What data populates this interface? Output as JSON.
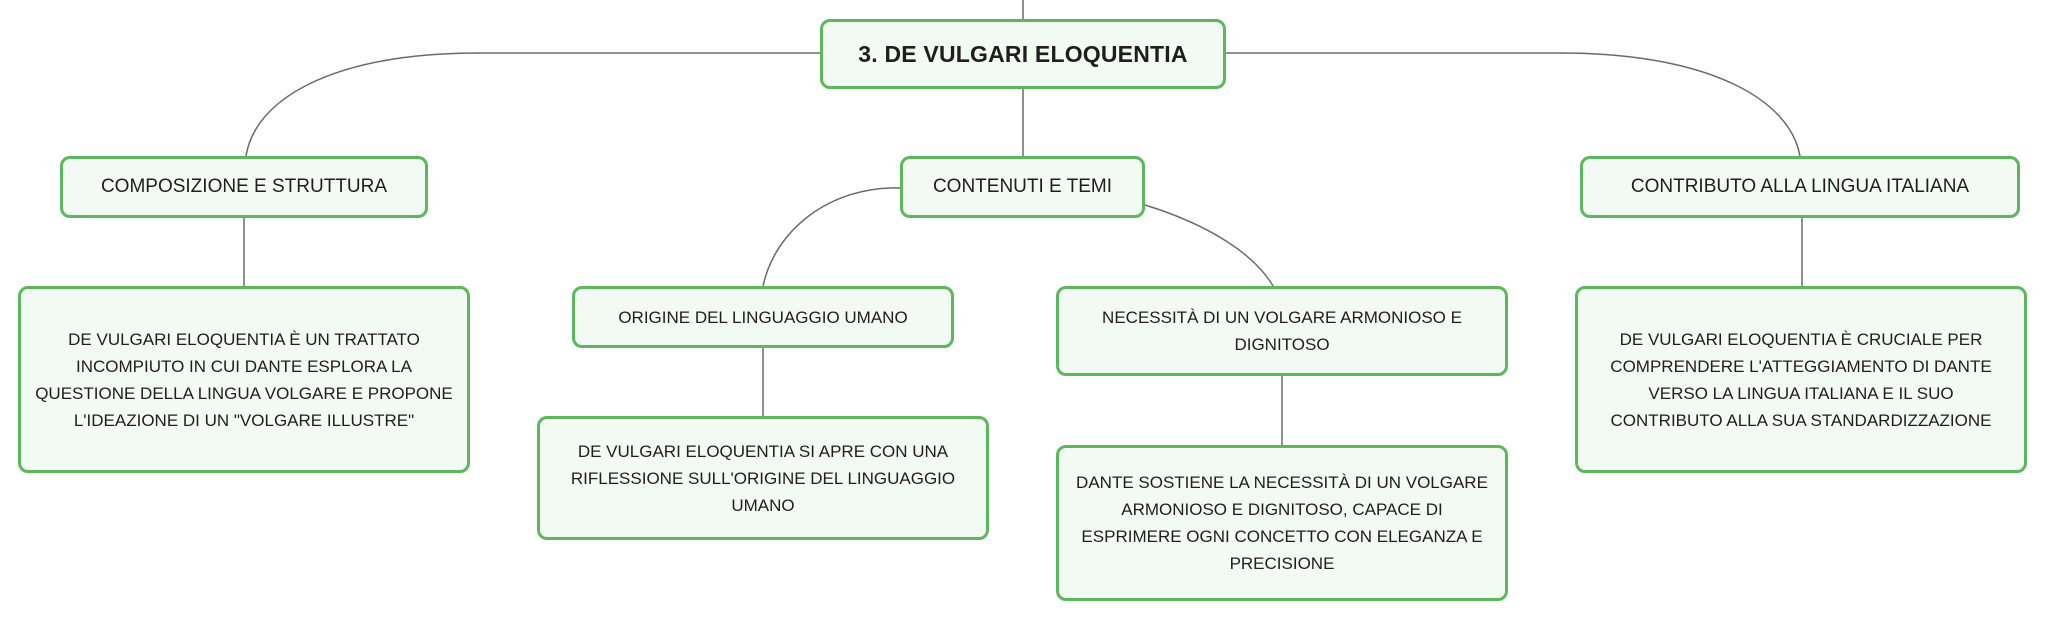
{
  "colors": {
    "node_border": "#5cb85c",
    "node_fill": "#f3faf3",
    "connector": "#6a6a6a",
    "text": "#1e1e1e"
  },
  "root": {
    "label": "3. DE VULGARI ELOQUENTIA"
  },
  "branches": {
    "composizione": {
      "label": "COMPOSIZIONE E STRUTTURA",
      "description": "DE VULGARI ELOQUENTIA È UN TRATTATO INCOMPIUTO IN CUI DANTE ESPLORA LA QUESTIONE DELLA LINGUA VOLGARE E PROPONE L'IDEAZIONE DI UN \"VOLGARE ILLUSTRE\""
    },
    "contenuti": {
      "label": "CONTENUTI E TEMI",
      "children": {
        "origine": {
          "label": "ORIGINE DEL LINGUAGGIO UMANO",
          "description": "DE VULGARI ELOQUENTIA SI APRE CON UNA RIFLESSIONE SULL'ORIGINE DEL LINGUAGGIO UMANO"
        },
        "necessita": {
          "label": "NECESSITÀ DI UN VOLGARE ARMONIOSO E DIGNITOSO",
          "description": "DANTE SOSTIENE LA NECESSITÀ DI UN VOLGARE ARMONIOSO E DIGNITOSO, CAPACE DI ESPRIMERE OGNI CONCETTO CON ELEGANZA E PRECISIONE"
        }
      }
    },
    "contributo": {
      "label": "CONTRIBUTO ALLA LINGUA ITALIANA",
      "description": "DE VULGARI ELOQUENTIA È CRUCIALE PER COMPRENDERE L'ATTEGGIAMENTO DI DANTE VERSO LA LINGUA ITALIANA E IL SUO CONTRIBUTO ALLA SUA STANDARDIZZAZIONE"
    }
  }
}
